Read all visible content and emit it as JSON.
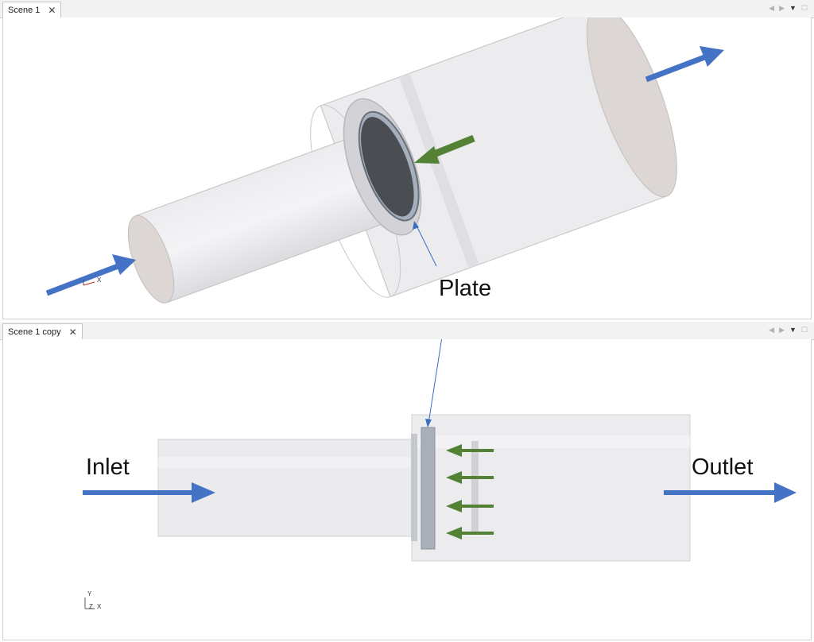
{
  "top_pane": {
    "tab_label": "Scene 1",
    "close_glyph": "✕",
    "axis": {
      "x": "X"
    }
  },
  "bottom_pane": {
    "tab_label": "Scene 1 copy",
    "close_glyph": "✕",
    "axis": {
      "y": "Y",
      "z": "Z",
      "x": "X"
    }
  },
  "view_controls": {
    "prev": "◀",
    "next": "▶",
    "menu": "▼",
    "maximize": "☐"
  },
  "labels": {
    "plate": "Plate",
    "inlet": "Inlet",
    "outlet": "Outlet"
  },
  "colors": {
    "flow_arrow": "#4472c4",
    "plate_flow_arrow": "#548235",
    "leader_line": "#3a6fc0",
    "pipe_fill": "#e6e6e8",
    "pipe_stroke": "#b9b9bd",
    "plate_dark": "#4a4d52"
  },
  "icons": [
    "close-icon",
    "nav-prev-icon",
    "nav-next-icon",
    "view-menu-icon",
    "maximize-icon",
    "axis-triad-icon"
  ]
}
